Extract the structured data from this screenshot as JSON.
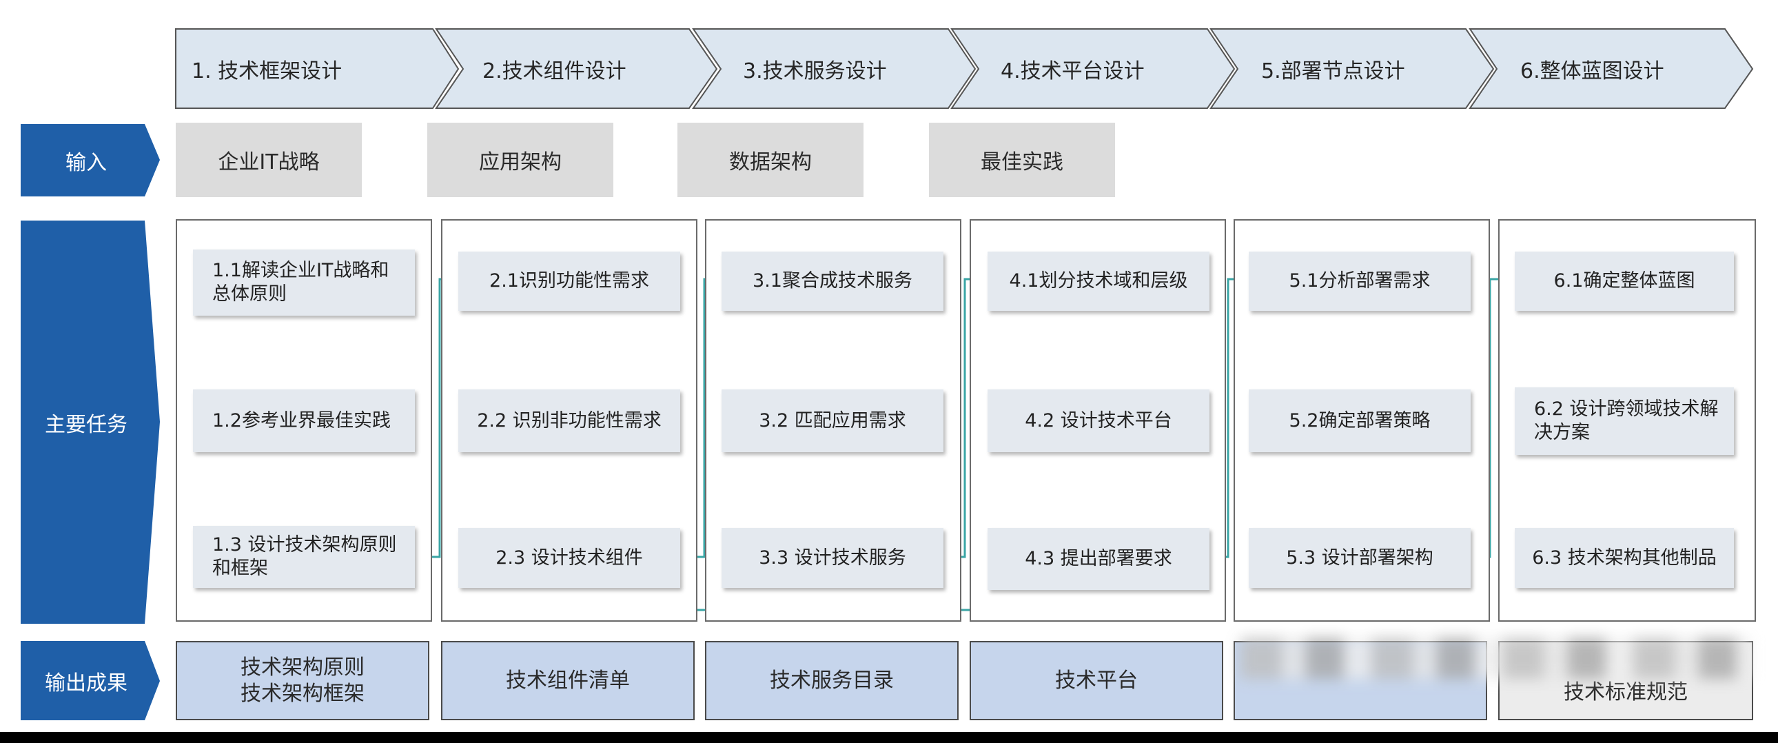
{
  "colors": {
    "phase_fill": "#dce6f0",
    "row_tag_fill": "#1f5fa8",
    "input_fill": "#dcdcdc",
    "task_fill": "#e4e9ef",
    "output_fill": "#c6d5ec",
    "output_fill_last": "#ececec",
    "connector": "#3aa5a5"
  },
  "phases": [
    {
      "label": "1. 技术框架设计"
    },
    {
      "label": "2.技术组件设计"
    },
    {
      "label": "3.技术服务设计"
    },
    {
      "label": "4.技术平台设计"
    },
    {
      "label": "5.部署节点设计"
    },
    {
      "label": "6.整体蓝图设计"
    }
  ],
  "row_tags": {
    "input": "输入",
    "tasks": "主要任务",
    "outputs": "输出成果"
  },
  "inputs": [
    "企业IT战略",
    "应用架构",
    "数据架构",
    "最佳实践"
  ],
  "tasks": [
    [
      "1.1解读企业IT战略和总体原则",
      "1.2参考业界最佳实践",
      "1.3 设计技术架构原则和框架"
    ],
    [
      "2.1识别功能性需求",
      "2.2 识别非功能性需求",
      "2.3 设计技术组件"
    ],
    [
      "3.1聚合成技术服务",
      "3.2 匹配应用需求",
      "3.3 设计技术服务"
    ],
    [
      "4.1划分技术域和层级",
      "4.2 设计技术平台",
      "4.3 提出部署要求"
    ],
    [
      "5.1分析部署需求",
      "5.2确定部署策略",
      "5.3 设计部署架构"
    ],
    [
      "6.1确定整体蓝图",
      "6.2 设计跨领域技术解决方案",
      "6.3 技术架构其他制品"
    ]
  ],
  "outputs": [
    {
      "line1": "技术架构原则",
      "line2": "技术架构框架"
    },
    {
      "line1": "技术组件清单",
      "line2": ""
    },
    {
      "line1": "技术服务目录",
      "line2": ""
    },
    {
      "line1": "技术平台",
      "line2": ""
    },
    {
      "line1": "",
      "line2": ""
    },
    {
      "line1": "技术标准规范",
      "line2": ""
    }
  ]
}
